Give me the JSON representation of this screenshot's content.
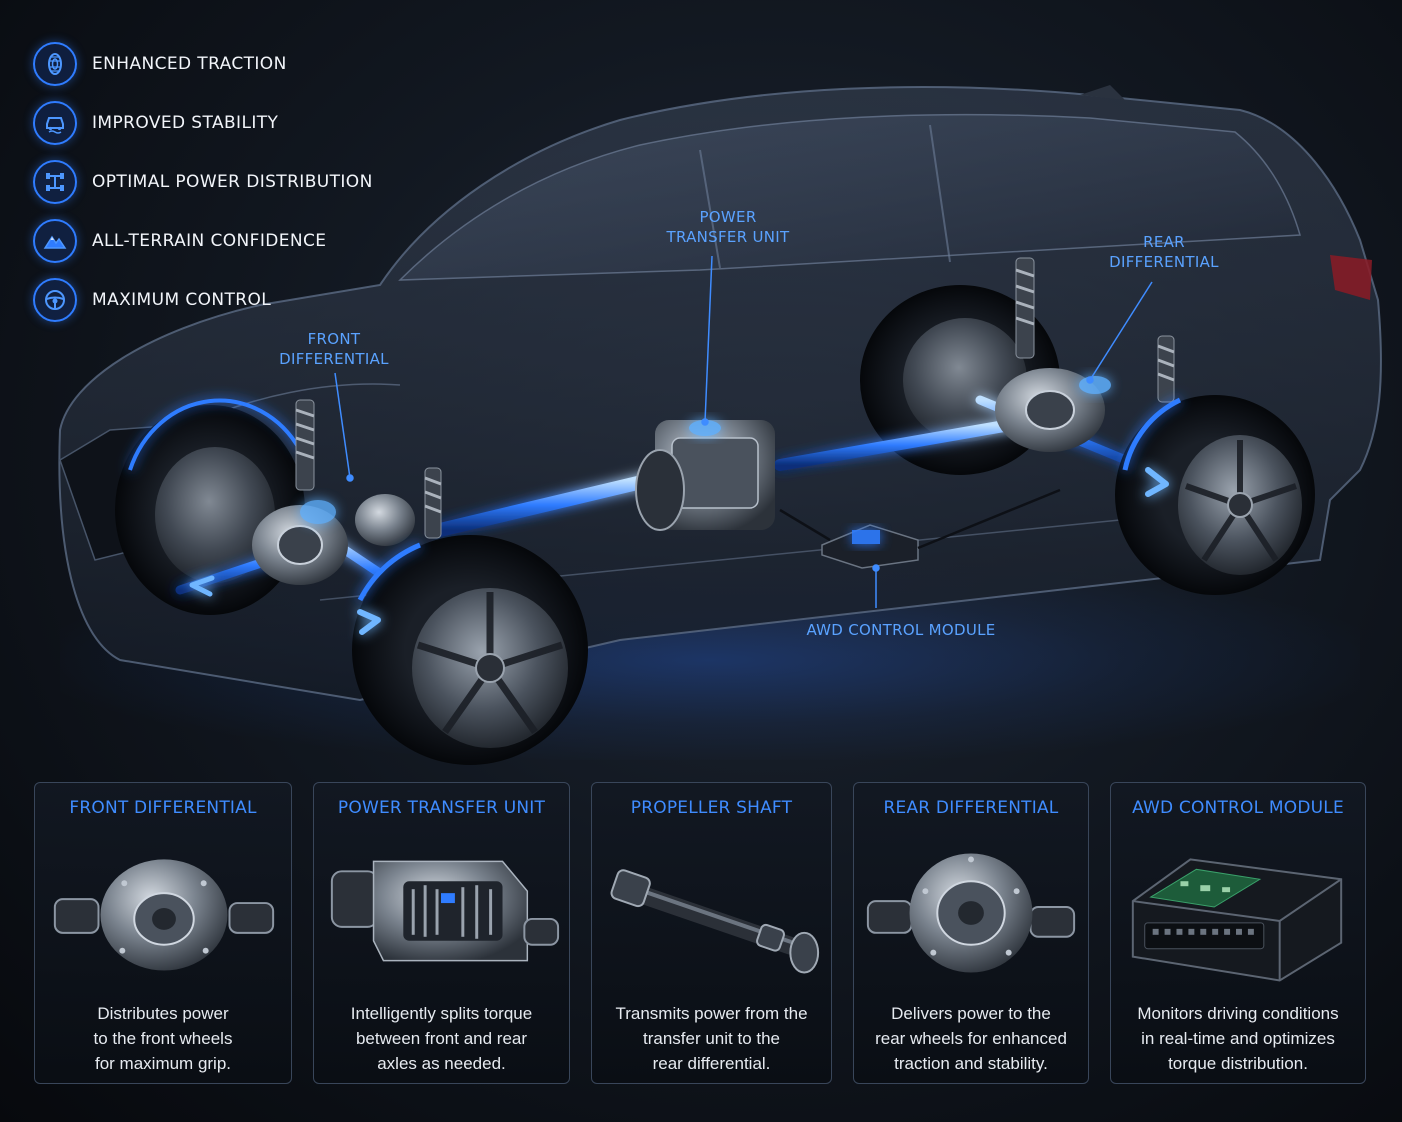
{
  "colors": {
    "accent": "#2f7cff",
    "callout_text": "#5aa2ff",
    "card_title": "#3f8cff",
    "background": "#0e131b"
  },
  "benefits": [
    {
      "icon": "tire-icon",
      "label": "ENHANCED TRACTION"
    },
    {
      "icon": "car-stability-icon",
      "label": "IMPROVED STABILITY"
    },
    {
      "icon": "drivetrain-icon",
      "label": "OPTIMAL POWER DISTRIBUTION"
    },
    {
      "icon": "mountain-icon",
      "label": "ALL-TERRAIN CONFIDENCE"
    },
    {
      "icon": "steering-wheel-icon",
      "label": "MAXIMUM CONTROL"
    }
  ],
  "callouts": {
    "front_differential": {
      "line1": "FRONT",
      "line2": "DIFFERENTIAL"
    },
    "power_transfer_unit": {
      "line1": "POWER",
      "line2": "TRANSFER UNIT"
    },
    "rear_differential": {
      "line1": "REAR",
      "line2": "DIFFERENTIAL"
    },
    "awd_control_module": {
      "line1": "AWD CONTROL MODULE"
    }
  },
  "cards": [
    {
      "title": "FRONT DIFFERENTIAL",
      "art": "front-differential-icon",
      "desc": [
        "Distributes power",
        "to the front wheels",
        "for maximum grip."
      ]
    },
    {
      "title": "POWER TRANSFER UNIT",
      "art": "power-transfer-unit-icon",
      "desc": [
        "Intelligently splits torque",
        "between front and rear",
        "axles as needed."
      ]
    },
    {
      "title": "PROPELLER SHAFT",
      "art": "propeller-shaft-icon",
      "desc": [
        "Transmits power from the",
        "transfer unit to the",
        "rear differential."
      ]
    },
    {
      "title": "REAR DIFFERENTIAL",
      "art": "rear-differential-icon",
      "desc": [
        "Delivers power to the",
        "rear wheels for enhanced",
        "traction and stability."
      ]
    },
    {
      "title": "AWD CONTROL MODULE",
      "art": "control-module-icon",
      "desc": [
        "Monitors driving conditions",
        "in real-time and optimizes",
        "torque distribution."
      ]
    }
  ]
}
